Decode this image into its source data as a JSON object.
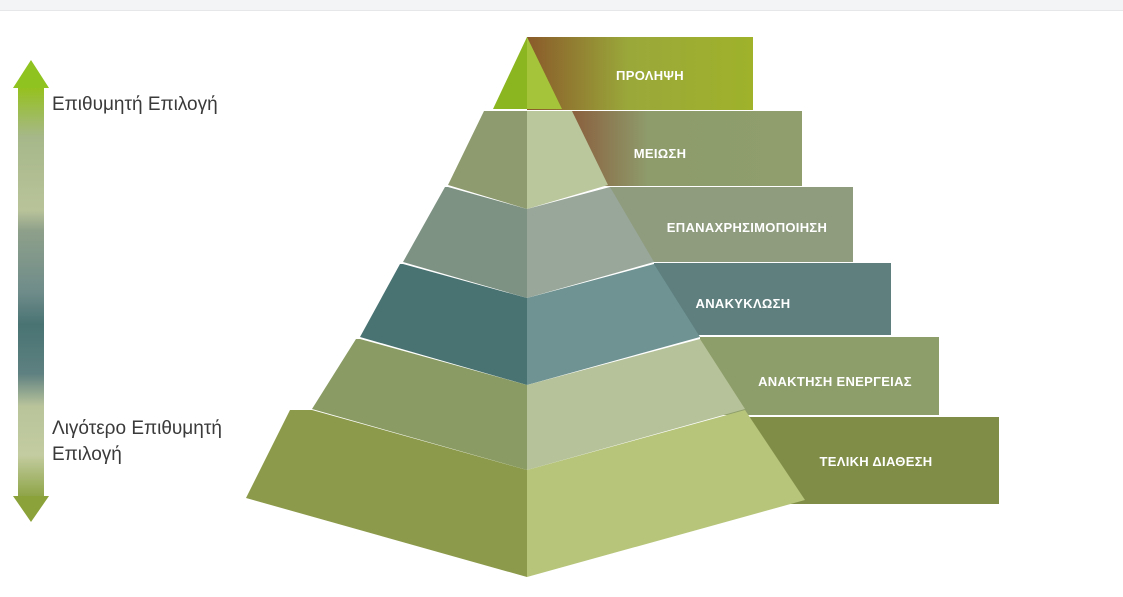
{
  "scale": {
    "top_label": "Επιθυμητή Επιλογή",
    "bottom_label": "Λιγότερο Επιθυμητή Επιλογή"
  },
  "pyramid": {
    "levels": [
      {
        "label": "ΠΡΟΛΗΨΗ"
      },
      {
        "label": "ΜΕΙΩΣΗ"
      },
      {
        "label": "ΕΠΑΝΑΧΡΗΣΙΜΟΠΟΙΗΣΗ"
      },
      {
        "label": "ΑΝΑΚΥΚΛΩΣΗ"
      },
      {
        "label": "ΑΝΑΚΤΗΣΗ ΕΝΕΡΓΕΙΑΣ"
      },
      {
        "label": "ΤΕΛΙΚΗ ΔΙΑΘΕΣΗ"
      }
    ]
  }
}
